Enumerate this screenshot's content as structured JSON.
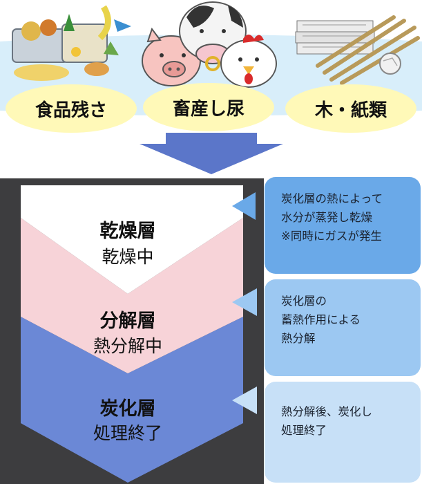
{
  "inputs": {
    "food": "食品残さ",
    "manure": "畜産し尿",
    "wood": "木・紙類"
  },
  "layers": [
    {
      "title": "乾燥層",
      "status": "乾燥中"
    },
    {
      "title": "分解層",
      "status": "熱分解中"
    },
    {
      "title": "炭化層",
      "status": "処理終了"
    }
  ],
  "callouts": [
    {
      "lines": [
        "炭化層の熱によって",
        "水分が蒸発し乾燥",
        "※同時にガスが発生"
      ]
    },
    {
      "lines": [
        "炭化層の",
        "蓄熱作用による",
        "熱分解"
      ]
    },
    {
      "lines": [
        "熱分解後、炭化し",
        "処理終了"
      ]
    }
  ],
  "colors": {
    "oval_fill": "#fff9b8",
    "band_fill": "#d8eefa",
    "flow_arrow": "#5b76c9",
    "chamber_bg": "#3d3d3f",
    "layer_dry": "#ffffff",
    "layer_decomp": "#f7d3d8",
    "layer_char": "#6b88d6",
    "callout_1": "#6aa9e8",
    "callout_2": "#9cc8f2",
    "callout_3": "#c7e0f7"
  },
  "icons": [
    "food-waste-icon",
    "pig-icon",
    "cow-icon",
    "chicken-icon",
    "newspaper-bundle-icon",
    "wood-sticks-icon",
    "crumpled-paper-icon"
  ]
}
